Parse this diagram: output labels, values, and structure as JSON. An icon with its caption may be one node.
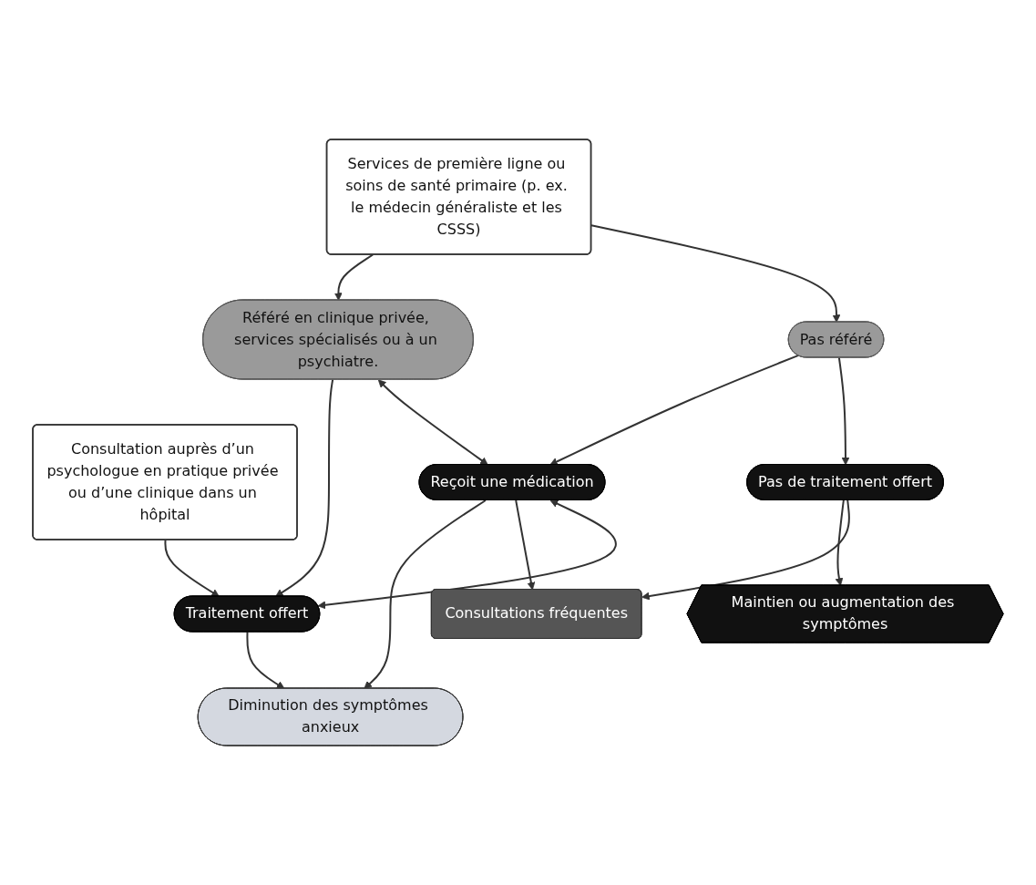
{
  "diagram": {
    "nodes": [
      {
        "text": [
          "Services de première ligne ou soins de santé primaire (p. ex. le médecin généraliste et les CSSS)"
        ]
      },
      {
        "text": [
          "Consultation auprès d’un psychologue en pratique privée ou d’une clinique dans un hôpital"
        ]
      },
      {
        "text": [
          "Pas référé"
        ]
      },
      {
        "text": [
          "Référé en clinique privée, services spécialisés ou à un psychiatre."
        ]
      },
      {
        "text": [
          "Pas de traitement offert"
        ]
      },
      {
        "text": [
          "Reçoit une médication"
        ]
      },
      {
        "text": [
          "Traitement offert"
        ]
      },
      {
        "text": [
          "Consultations fréquentes"
        ]
      },
      {
        "text": [
          "Maintien ou augmentation des symptômes"
        ]
      },
      {
        "text": [
          "Diminution des symptômes anxieux"
        ]
      }
    ],
    "edges": [
      {
        "from": 0,
        "to": 2,
        "arrow": "to"
      },
      {
        "from": 0,
        "to": 3,
        "arrow": "to"
      },
      {
        "from": 1,
        "to": 6,
        "arrow": "to"
      },
      {
        "from": 2,
        "to": 4,
        "arrow": "to"
      },
      {
        "from": 2,
        "to": 5,
        "arrow": "to"
      },
      {
        "from": 3,
        "to": 5,
        "arrow": "both"
      },
      {
        "from": 3,
        "to": 6,
        "arrow": "to"
      },
      {
        "from": 5,
        "to": 6,
        "arrow": "both"
      },
      {
        "from": 4,
        "to": 7,
        "arrow": "to"
      },
      {
        "from": 5,
        "to": 7,
        "arrow": "to"
      },
      {
        "from": 4,
        "to": 8,
        "arrow": "to"
      },
      {
        "from": 5,
        "to": 9,
        "arrow": "to"
      },
      {
        "from": 6,
        "to": 9,
        "arrow": "to"
      }
    ]
  }
}
